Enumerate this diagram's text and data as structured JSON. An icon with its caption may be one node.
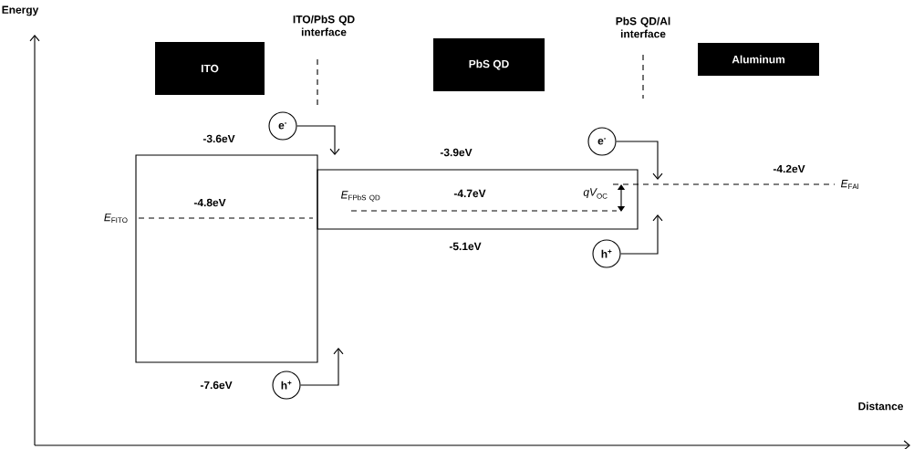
{
  "diagram": {
    "nodes": [
      {
        "text": [
          "ITO"
        ]
      },
      {
        "text": [
          "PbS QD"
        ]
      },
      {
        "text": [
          "Aluminum"
        ]
      },
      {
        "text": [],
        "shape": "box"
      },
      {
        "text": [],
        "shape": "box"
      },
      {
        "text": [
          "e$^{-}$"
        ]
      },
      {
        "text": [
          "e$^{-}$"
        ]
      },
      {
        "text": [
          "h$^{+}$"
        ]
      },
      {
        "text": [
          "h$^{+}$"
        ]
      }
    ],
    "edges": [
      {
        "from": 5,
        "to": null,
        "arrow": "to"
      },
      {
        "from": 6,
        "to": null,
        "arrow": "to"
      },
      {
        "from": 7,
        "to": null,
        "arrow": "to"
      },
      {
        "from": 8,
        "to": null,
        "arrow": "to"
      }
    ],
    "labels": [
      "Energy",
      "ITO/PbS QD interface",
      "PbS QD/Al interface",
      "-3.6eV",
      "-3.9eV",
      "-4.2eV",
      "-4.8eV",
      "-4.7eV",
      "\\mathit{E}_{\\mathrm{FITO}}",
      "\\mathit{E}_{\\mathrm{FPbS\\ QD}}",
      "\\mathit{qV}_{\\mathrm{OC}}",
      "\\mathit{E}_{\\mathrm{FAl}}",
      "-5.1eV",
      "-7.6eV",
      "Distance"
    ]
  }
}
